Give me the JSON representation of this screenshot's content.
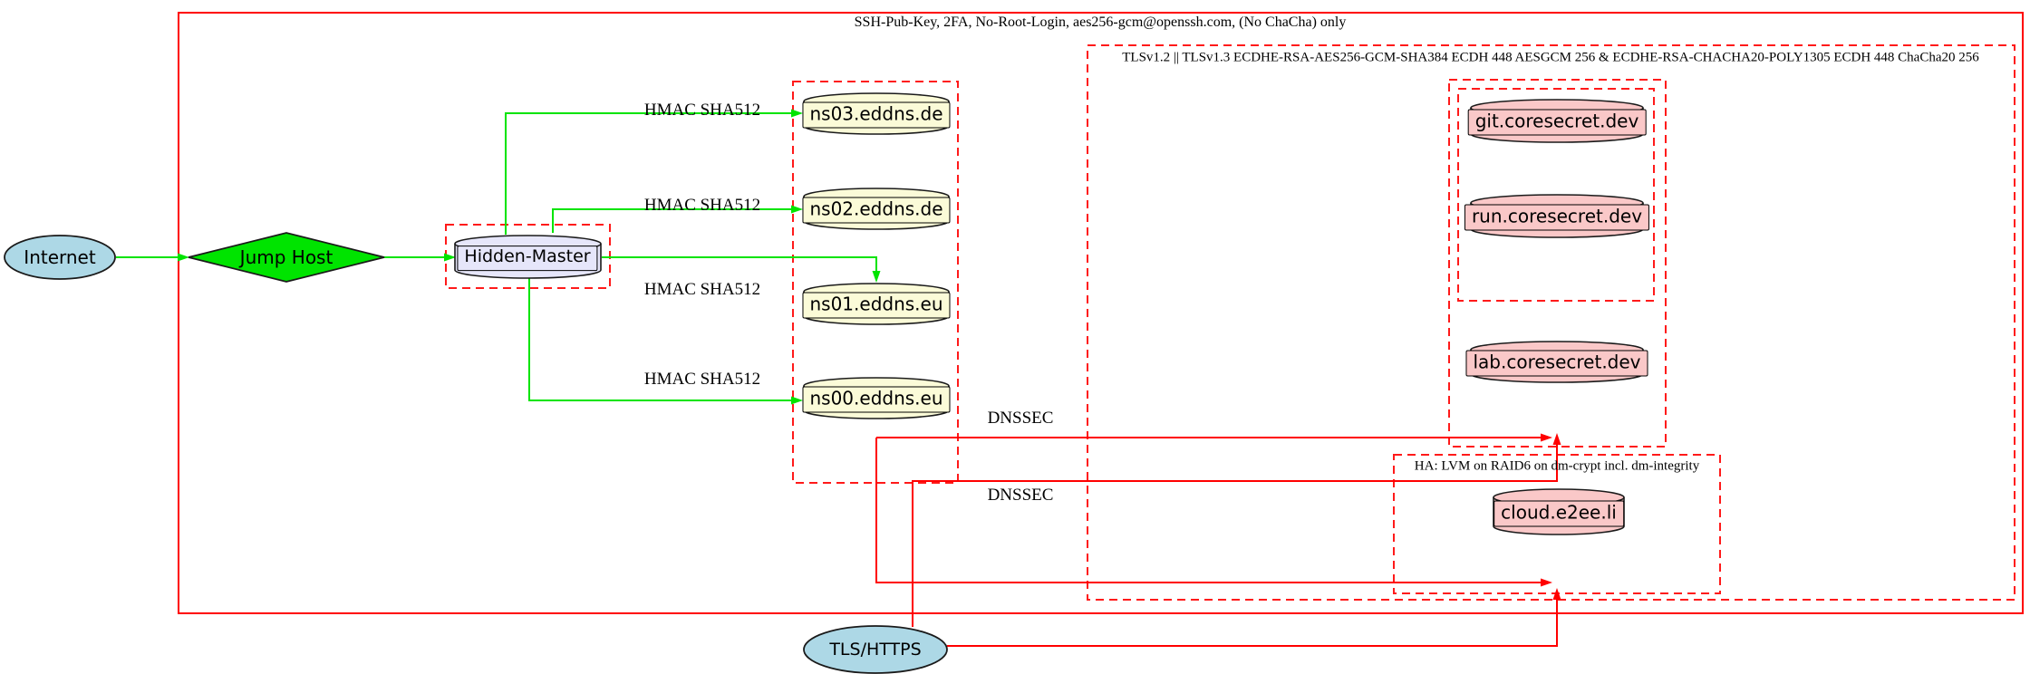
{
  "diagram": {
    "title_note": "network security architecture diagram",
    "clusters": {
      "outer_ssh": {
        "label": "SSH-Pub-Key, 2FA, No-Root-Login, aes256-gcm@openssh.com, (No ChaCha) only"
      },
      "tls": {
        "label": "TLSv1.2 || TLSv1.3 ECDHE-RSA-AES256-GCM-SHA384 ECDH 448 AESGCM 256 & ECDHE-RSA-CHACHA20-POLY1305 ECDH 448 ChaCha20 256"
      },
      "ha": {
        "label": "HA: LVM on RAID6 on dm-crypt incl. dm-integrity"
      }
    },
    "nodes": {
      "internet": {
        "label": "Internet",
        "shape": "ellipse",
        "fill": "#add8e6"
      },
      "jump_host": {
        "label": "Jump Host",
        "shape": "diamond",
        "fill": "#00e400"
      },
      "hidden_master": {
        "label": "Hidden-Master",
        "shape": "cylinder",
        "fill": "#e6e6fa"
      },
      "ns03": {
        "label": "ns03.eddns.de",
        "shape": "cylinder",
        "fill": "#fbfbd8"
      },
      "ns02": {
        "label": "ns02.eddns.de",
        "shape": "cylinder",
        "fill": "#fbfbd8"
      },
      "ns01": {
        "label": "ns01.eddns.eu",
        "shape": "cylinder",
        "fill": "#fbfbd8"
      },
      "ns00": {
        "label": "ns00.eddns.eu",
        "shape": "cylinder",
        "fill": "#fbfbd8"
      },
      "git": {
        "label": "git.coresecret.dev",
        "shape": "cylinder",
        "fill": "#fac8c8"
      },
      "run": {
        "label": "run.coresecret.dev",
        "shape": "cylinder",
        "fill": "#fac8c8"
      },
      "lab": {
        "label": "lab.coresecret.dev",
        "shape": "cylinder",
        "fill": "#fac8c8"
      },
      "cloud": {
        "label": "cloud.e2ee.li",
        "shape": "cylinder",
        "fill": "#fac8c8"
      },
      "tls_https": {
        "label": "TLS/HTTPS",
        "shape": "ellipse",
        "fill": "#add8e6"
      }
    },
    "edge_labels": {
      "hmac": [
        "HMAC SHA512",
        "HMAC SHA512",
        "HMAC SHA512",
        "HMAC SHA512"
      ],
      "dnssec": [
        "DNSSEC",
        "DNSSEC"
      ]
    },
    "colors": {
      "edge_green": "#00e400",
      "edge_red": "#ff0000",
      "cluster_red": "#ff0000",
      "node_lightblue": "#add8e6",
      "node_lightyellow": "#fbfbd8",
      "node_lavender": "#e6e6fa",
      "node_pink": "#fac8c8",
      "text": "#000000"
    }
  }
}
